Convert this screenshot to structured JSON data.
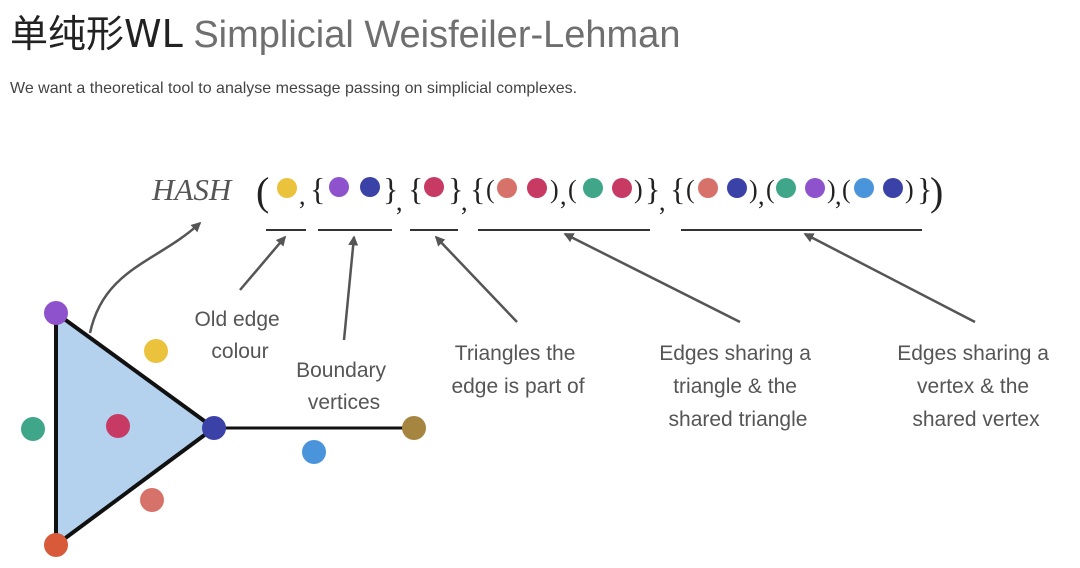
{
  "title": {
    "zh": "单纯形WL",
    "en": "Simplicial Weisfeiler-Lehman"
  },
  "subtitle": "We want a theoretical tool to analyse message passing on simplicial complexes.",
  "formula": {
    "function_name": "HASH",
    "brackets": {
      "open_paren": "(",
      "close_paren": ")",
      "open_brace": "{",
      "close_brace": "}",
      "comma": ","
    }
  },
  "labels": {
    "old_edge_colour": [
      "Old edge",
      "colour"
    ],
    "boundary_vertices": [
      "Boundary",
      "vertices"
    ],
    "triangles": [
      "Triangles the",
      "edge is part of"
    ],
    "edges_triangle": [
      "Edges sharing a",
      "triangle & the",
      "shared triangle"
    ],
    "edges_vertex": [
      "Edges sharing a",
      "vertex & the",
      "shared vertex"
    ]
  },
  "colors": {
    "yellow": "#ebc23c",
    "purple": "#8e52cc",
    "navy": "#3a42a8",
    "crimson": "#c63a63",
    "salmon": "#d7726a",
    "teal": "#3fa68a",
    "sky": "#4a94dc",
    "brown": "#a5853f",
    "orange": "#d95a3a",
    "triangle_fill": "#b4d2ee",
    "line": "#111111",
    "arrow": "#555555"
  }
}
